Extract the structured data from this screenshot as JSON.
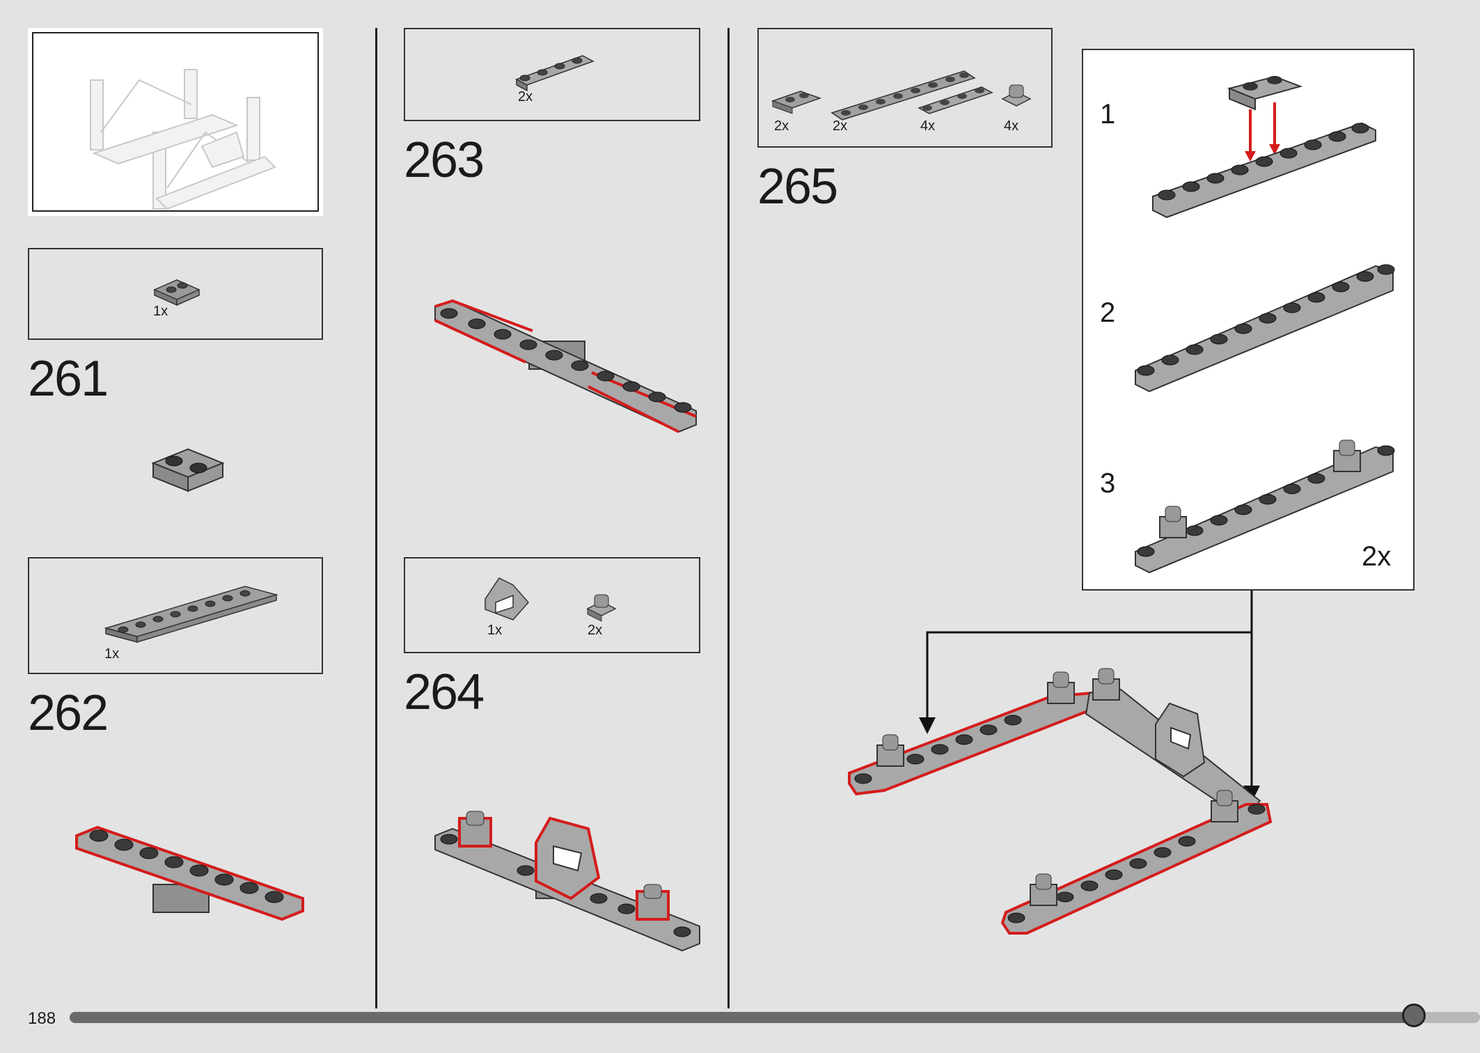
{
  "page": {
    "number": "188",
    "progress": 0.953
  },
  "steps": [
    {
      "number": "261",
      "parts": [
        {
          "qty": "1x",
          "part": "plate-1x2"
        }
      ]
    },
    {
      "number": "262",
      "parts": [
        {
          "qty": "1x",
          "part": "plate-1x8"
        }
      ]
    },
    {
      "number": "263",
      "parts": [
        {
          "qty": "2x",
          "part": "plate-1x4-rounded"
        }
      ]
    },
    {
      "number": "264",
      "parts": [
        {
          "qty": "1x",
          "part": "slope-bracket"
        },
        {
          "qty": "2x",
          "part": "clip-plate"
        }
      ]
    },
    {
      "number": "265",
      "parts": [
        {
          "qty": "2x",
          "part": "plate-1x2"
        },
        {
          "qty": "2x",
          "part": "plate-1x8"
        },
        {
          "qty": "4x",
          "part": "plate-1x4-rounded"
        },
        {
          "qty": "4x",
          "part": "clip-plate"
        }
      ]
    }
  ],
  "subassembly": {
    "substeps": [
      "1",
      "2",
      "3"
    ],
    "multiplier": "2x"
  },
  "colors": {
    "highlight": "#d41c1c",
    "part": "#a8a8a8",
    "part_dark": "#6f6f6f",
    "background": "#e3e3e3"
  }
}
